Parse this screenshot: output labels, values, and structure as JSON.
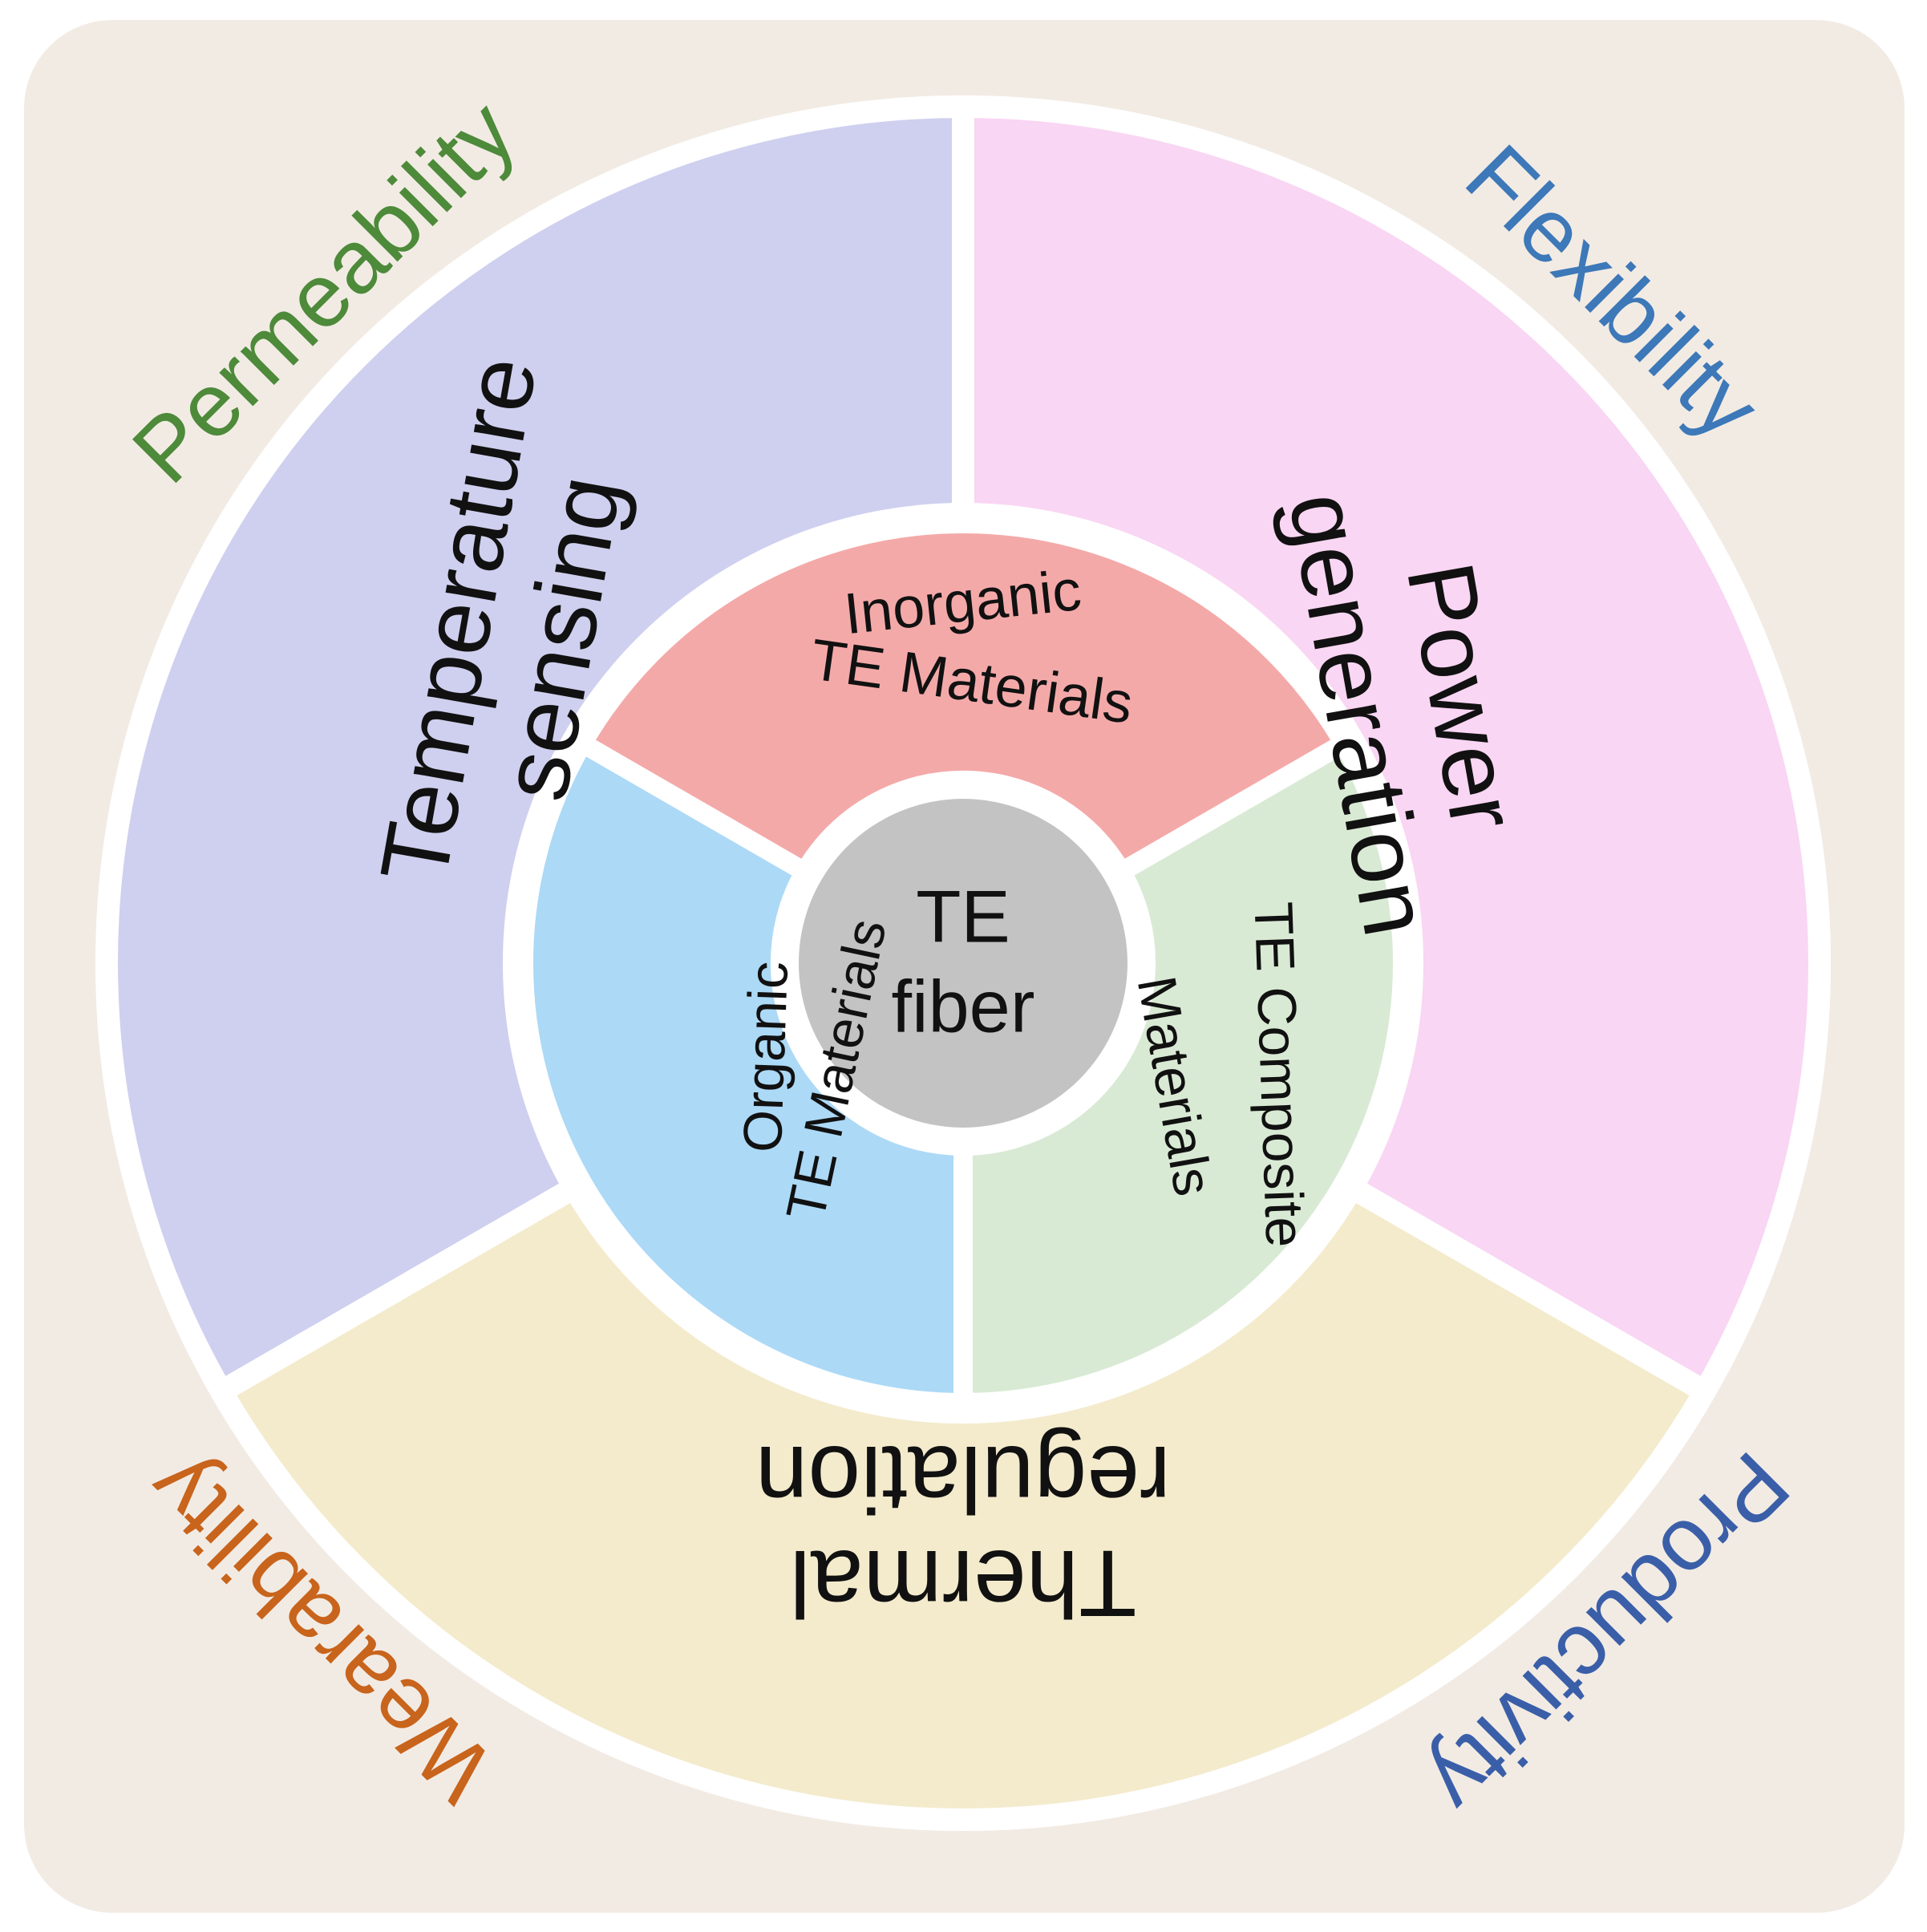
{
  "center": {
    "line1": "TE",
    "line2": "fiber"
  },
  "materials": {
    "inorganic": {
      "line1": "Inorganic",
      "line2": "TE Materials"
    },
    "organic": {
      "line1": "Organic",
      "line2": "TE Materials"
    },
    "composite": {
      "line1": "TE Composite",
      "line2": "Materials"
    }
  },
  "applications": {
    "temperature_sensing": {
      "line1": "Temperature",
      "line2": "sensing"
    },
    "power_generation": {
      "line1": "Power",
      "line2": "generation"
    },
    "thermal_regulation": {
      "line1": "Thermal",
      "line2": "regulation"
    }
  },
  "properties": {
    "permeability": "Permeability",
    "flexibility": "Flexibility",
    "wearability": "Wearability",
    "productivity": "Productivity"
  },
  "colors": {
    "background": "#f2ebe4",
    "temperature_sensing": "#cfd0ef",
    "power_generation": "#f9d6f3",
    "thermal_regulation": "#f4ebcd",
    "inorganic": "#f4a9a9",
    "organic": "#acd9f6",
    "composite": "#d9ead4",
    "center": "#c3c3c3",
    "permeability": "#4d8a3a",
    "flexibility": "#3d78b8",
    "wearability": "#c8641c",
    "productivity": "#3a5fa8"
  }
}
